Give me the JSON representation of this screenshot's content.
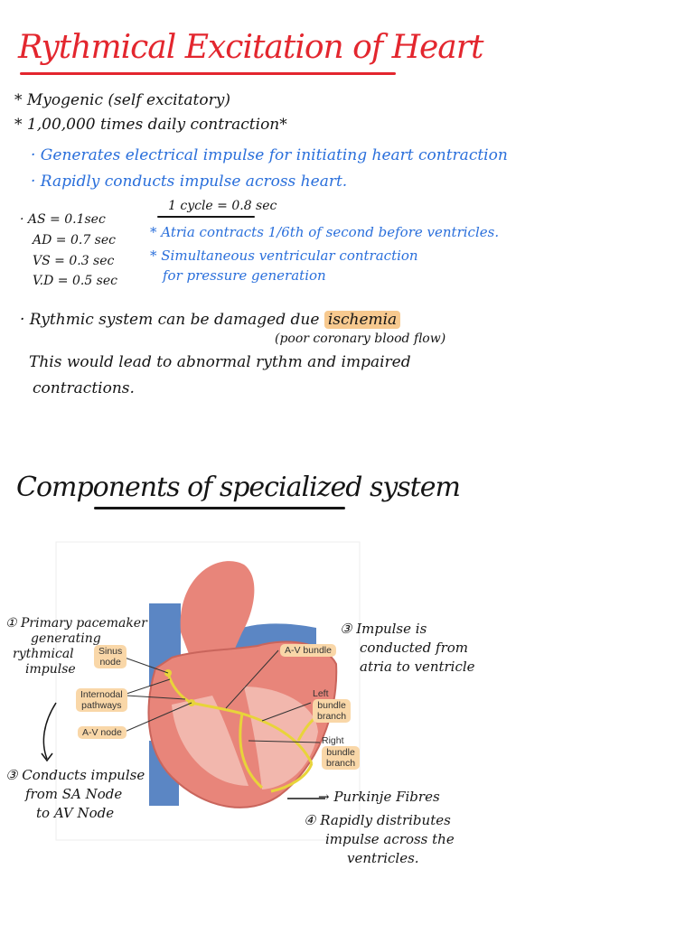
{
  "notes": {
    "title": "Rythmical Excitation of Heart",
    "myogenic": "* Myogenic (self excitatory)",
    "daily": "* 1,00,000 times daily contraction*",
    "generates": "· Generates electrical impulse for initiating heart contraction",
    "conducts": "· Rapidly conducts impulse across heart.",
    "cycle": "1 cycle = 0.8 sec",
    "as": "· AS = 0.1sec",
    "ad": "AD = 0.7 sec",
    "vs": "VS = 0.3 sec",
    "vd": "V.D = 0.5 sec",
    "atria": "* Atria contracts 1/6th of second before ventricles.",
    "simultaneous": "* Simultaneous ventricular contraction",
    "pressure": "for pressure generation",
    "rhythmic_prefix": "· Rythmic system can be damaged due",
    "ischemia": "ischemia",
    "poor_flow": "(poor coronary blood flow)",
    "would_lead": "This would lead to abnormal rythm and impaired",
    "contractions": "contractions."
  },
  "section2": {
    "title": "Components of specialized system"
  },
  "diagram": {
    "sinus_node": [
      "Sinus",
      "node"
    ],
    "internodal": [
      "Internodal",
      "pathways"
    ],
    "av_node": "A-V node",
    "av_bundle": "A-V bundle",
    "left_prefix": "Left",
    "left_bundle": [
      "bundle",
      "branch"
    ],
    "right_prefix": "Right",
    "right_bundle": [
      "bundle",
      "branch"
    ]
  },
  "annotations": {
    "primary": [
      "① Primary pacemaker",
      "generating",
      "rythmical",
      "impulse"
    ],
    "impulse_conducted": [
      "③ Impulse is",
      "conducted from",
      "atria to ventricle"
    ],
    "conducts_sa": [
      "③ Conducts impulse",
      "from SA Node",
      "to AV Node"
    ],
    "purkinje": "→ Purkinje Fibres",
    "rapidly": [
      "④ Rapidly distributes",
      "impulse across the",
      "ventricles."
    ]
  },
  "colors": {
    "red_ink": "#e3262e",
    "blue_ink": "#2a6fdb",
    "highlight": "#f7c98f",
    "label_bg": "#f9d7a8",
    "heart": "#e8857a",
    "vessel_blue": "#5b86c4",
    "conduction": "#e8d43a"
  }
}
